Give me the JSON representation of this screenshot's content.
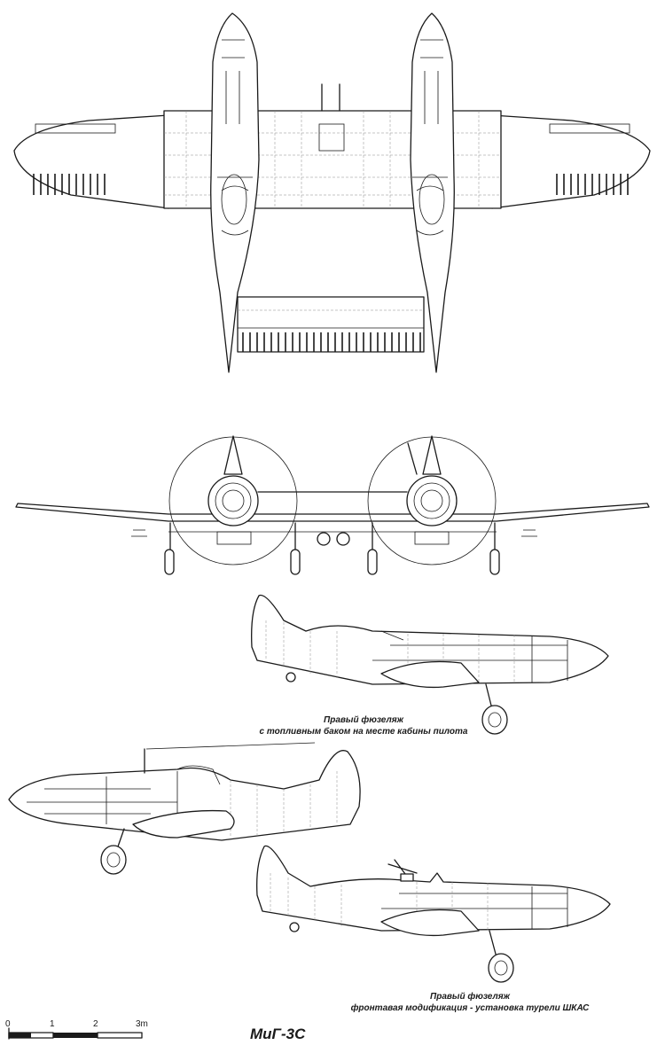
{
  "title": "МиГ-3С",
  "captions": {
    "top_side": {
      "line1": "Правый фюзеляж",
      "line2": "с топливным баком на месте кабины пилота"
    },
    "bottom_side": {
      "line1": "Правый фюзеляж",
      "line2": "фронтавая модификация - установка турели ШКАС"
    }
  },
  "scale_bar": {
    "labels": [
      "0",
      "1",
      "2",
      "3m"
    ]
  }
}
